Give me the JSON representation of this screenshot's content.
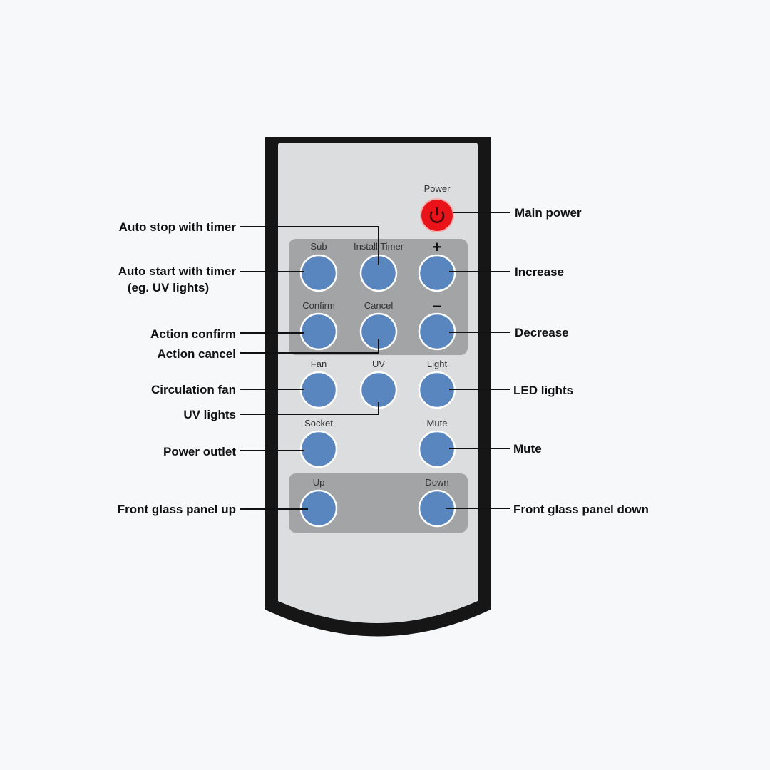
{
  "colors": {
    "background": "#f7f8fa",
    "remote_body": "#dcdddf",
    "remote_border": "#161616",
    "panel": "#a3a4a6",
    "button": "#5a86c0",
    "power_button": "#e8141a"
  },
  "buttons": {
    "power": "Power",
    "sub": "Sub",
    "install_timer": "Install Timer",
    "plus": "+",
    "confirm": "Confirm",
    "cancel": "Cancel",
    "minus": "−",
    "fan": "Fan",
    "uv": "UV",
    "light": "Light",
    "socket": "Socket",
    "mute": "Mute",
    "up": "Up",
    "down": "Down"
  },
  "labels": {
    "auto_stop": "Auto stop with timer",
    "auto_start": "Auto start with timer",
    "auto_start_note": "(eg. UV lights)",
    "action_confirm": "Action confirm",
    "action_cancel": "Action cancel",
    "circulation_fan": "Circulation fan",
    "uv_lights": "UV lights",
    "power_outlet": "Power outlet",
    "front_up": "Front glass panel up",
    "main_power": "Main power",
    "increase": "Increase",
    "decrease": "Decrease",
    "led_lights": "LED lights",
    "mute": "Mute",
    "front_down": "Front glass panel down"
  }
}
